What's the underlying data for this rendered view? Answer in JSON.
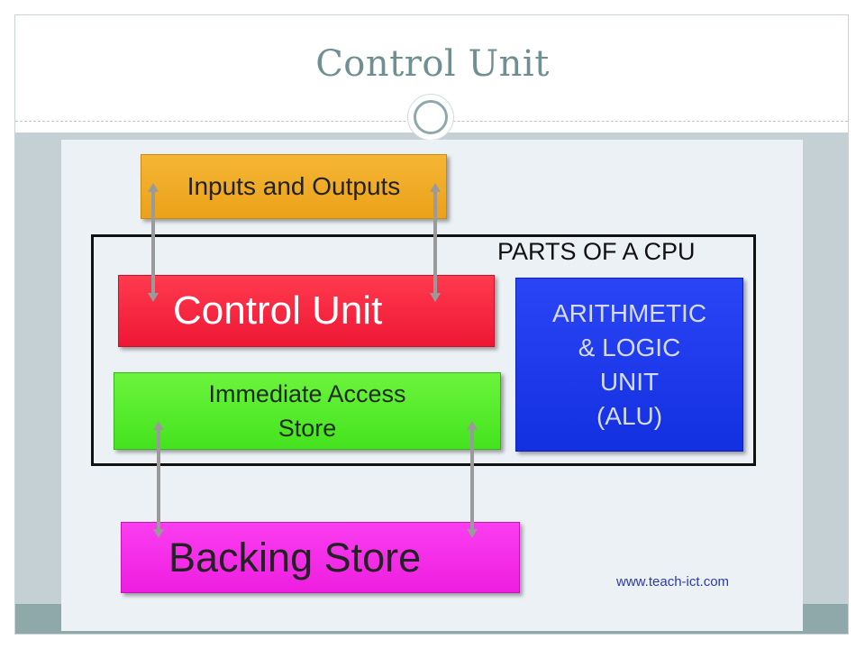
{
  "slide": {
    "title": "Control Unit"
  },
  "diagram": {
    "cpu_label": "PARTS OF A CPU",
    "blocks": {
      "inputs_outputs": "Inputs and Outputs",
      "control_unit": "Control Unit",
      "immediate_access_store": [
        "Immediate Access",
        "Store"
      ],
      "alu": [
        "ARITHMETIC",
        "& LOGIC",
        "UNIT",
        "(ALU)"
      ],
      "backing_store": "Backing Store"
    },
    "source_credit": "www.teach-ict.com",
    "colors": {
      "inputs_outputs": "#f2ad2a",
      "control_unit": "#f5233f",
      "immediate_access_store": "#55ea2a",
      "alu": "#1d3aee",
      "backing_store": "#f42ee8",
      "arrow": "#9a9a9a"
    }
  }
}
